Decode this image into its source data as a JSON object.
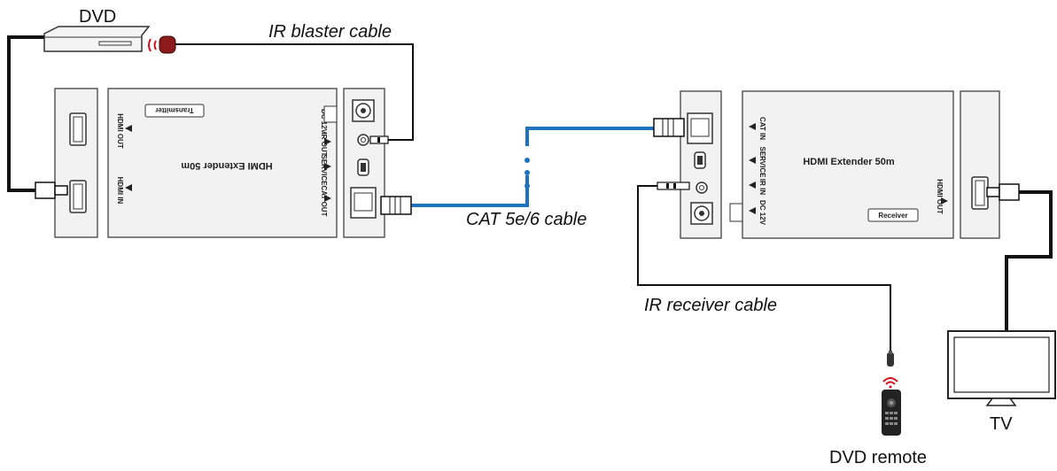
{
  "labels": {
    "dvd": "DVD",
    "ir_blaster_cable": "IR blaster cable",
    "cat_cable": "CAT 5e/6 cable",
    "ir_receiver_cable": "IR receiver cable",
    "tv": "TV",
    "dvd_remote": "DVD remote"
  },
  "transmitter": {
    "title": "HDMI Extender 50m",
    "badge": "Transmitter",
    "port_hdmi_out": "HDMI OUT",
    "port_hdmi_in": "HDMI IN",
    "port_dc": "DC 12V",
    "port_ir_out": "IR OUT",
    "port_service": "SERVICE",
    "port_cat_out": "CAT OUT"
  },
  "receiver": {
    "title": "HDMI Extender 50m",
    "badge": "Receiver",
    "port_cat_in": "CAT IN",
    "port_service": "SERVICE",
    "port_ir_in": "IR IN",
    "port_dc": "DC 12V",
    "port_hdmi_out": "HDMI OUT"
  },
  "colors": {
    "cat_cable": "#1e73be",
    "cable": "#111111",
    "ir_signal": "#d0141e",
    "ir_head": "#8b1a1a",
    "outline": "#333333"
  }
}
